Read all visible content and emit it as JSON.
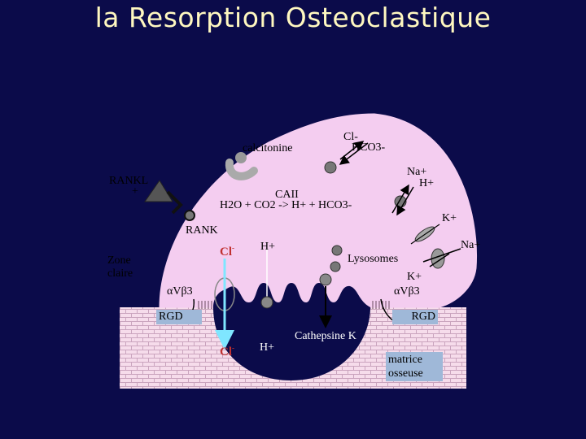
{
  "title": "la Resorption Osteoclastique",
  "labels": {
    "calcitonine": "calcitonine",
    "cl_hco3_top": "Cl-",
    "hco3": "HCO3-",
    "rankl": "RANKL",
    "rankl_plus": "+",
    "na_top": "Na+",
    "h_top": "H+",
    "caii": "CAII",
    "reaction": "H2O + CO2 -> H+ + HCO3-",
    "k_right": "K+",
    "rank": "RANK",
    "na_right": "Na+",
    "zone": "Zone",
    "claire": "claire",
    "cl_inner": "Cl",
    "h_inner": "H+",
    "lysosomes": "Lysosomes",
    "k_lower": "K+",
    "integrin_left": "αVβ3",
    "integrin_right": "αVβ3",
    "rgd_left": "RGD",
    "rgd_right": "RGD",
    "cathepsine": "Cathepsine K",
    "cl_bottom": "Cl",
    "h_bottom": "H+",
    "matrice": "matrice",
    "osseuse": "osseuse"
  },
  "colors": {
    "background": "#0b0b4a",
    "title": "#fff8c0",
    "cell": "#f4cdf0",
    "bone": "#f6dceb",
    "chloride": "#c03030",
    "rgd_box": "#9fb8d8",
    "arrow_cyan": "#7fe6ff"
  }
}
